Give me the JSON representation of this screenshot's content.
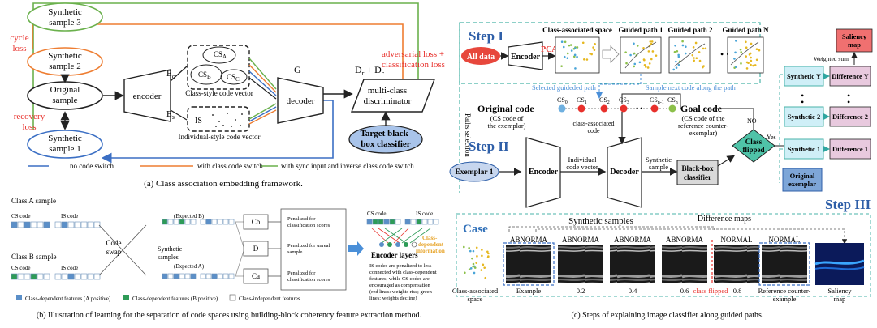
{
  "panel_a": {
    "caption": "(a) Class association embedding framework.",
    "nodes": {
      "synthetic_3": [
        "Synthetic",
        "sample 3"
      ],
      "synthetic_2": [
        "Synthetic",
        "sample 2"
      ],
      "original": [
        "Original",
        "sample"
      ],
      "synthetic_1": [
        "Synthetic",
        "sample 1"
      ],
      "encoder": "encoder",
      "decoder": "decoder",
      "discriminator": [
        "multi-class",
        "discriminator"
      ],
      "target_classifier": [
        "Target black-",
        "box classifier"
      ],
      "cs_vector_caption": "Class-style code vector",
      "is_vector_caption": "Individual-style code vector",
      "is_label": "IS"
    },
    "symbols": {
      "Ec": "E",
      "Ec_sub": "c",
      "Es": "E",
      "Es_sub": "s",
      "G": "G",
      "Dr": "D",
      "Dr_sub": "r",
      "plus": " + D",
      "Dc_sub": "c",
      "cs_a": "CS",
      "cs_a_sub": "A",
      "cs_b": "CS",
      "cs_b_sub": "B",
      "cs_c": "CS",
      "cs_c_sub": "C"
    },
    "losses": {
      "cycle": [
        "cycle",
        "loss"
      ],
      "recovery": [
        "recovery",
        "loss"
      ],
      "adversarial": [
        "adversarial loss +",
        "classification loss"
      ]
    },
    "legend": [
      "no code switch",
      "with class code switch",
      "with sync input and inverse class code switch"
    ],
    "colors": {
      "blue": "#3b6fc4",
      "orange": "#ee7d31",
      "green": "#6ab04c",
      "red": "#e8302b",
      "teal": "#4aa08a",
      "classifier_fill": "#a9c4ea"
    }
  },
  "panel_b": {
    "caption": "(b) Illustration of learning for the separation of code spaces using building-block coherency feature extraction method.",
    "class_a": "Class A sample",
    "class_b": "Class B sample",
    "cs_code": "CS code",
    "is_code": "IS code",
    "code_swap": [
      "Code",
      "swap"
    ],
    "expected_b": "(Expected B)",
    "expected_a": "(Expected A)",
    "synthetic_samples": [
      "Synthetic",
      "samples"
    ],
    "boxes": [
      "Cb",
      "D",
      "Ca"
    ],
    "penalties": [
      [
        "Penalized for",
        "classification scores"
      ],
      [
        "Penalized for unreal",
        "sample"
      ],
      [
        "Penalized for",
        "classification scores"
      ]
    ],
    "right_cs_code": "CS code",
    "right_is_code": "IS code",
    "encoder_layers": "Encoder layers",
    "class_dependent": [
      "Class-",
      "dependent",
      "information"
    ],
    "note": [
      "IS codes are penalized to less",
      "connected with class-dependent",
      "features,  while CS codes are",
      "encouraged as compensation",
      "(red lines: weights rise; green",
      "lines: weights decline)"
    ],
    "legend": [
      "Class-dependent features (A positive)",
      "Class-dependent features (B positive)",
      "Class-independent features"
    ],
    "colors": {
      "a_positive": "#5b8fc8",
      "b_positive": "#2e9b57",
      "orange": "#e6a020"
    }
  },
  "panel_c": {
    "caption": "(c) Steps of explaining image classifier along guided paths.",
    "step1": "Step I",
    "step2": "Step II",
    "step3": "Step III",
    "all_data": "All data",
    "encoder": "Encoder",
    "pca": "PCA",
    "class_space": "Class-associated space",
    "guided_paths": [
      "Guided path 1",
      "Guided path 2",
      "Guided path N"
    ],
    "selected_path": "Selected guideded path",
    "sample_next": "Sample next code along the path",
    "paths_selection": "Paths selection",
    "original_code": "Original code",
    "original_code_sub": [
      "(CS code of",
      "the exemplar)"
    ],
    "cs_labels": [
      [
        "CS",
        "0"
      ],
      [
        "CS",
        "1"
      ],
      [
        "CS",
        "2"
      ],
      [
        "CS",
        "3"
      ],
      [
        "CS",
        "n-1"
      ],
      [
        "CS",
        "n"
      ]
    ],
    "class_assoc_code": [
      "class-associated",
      "code"
    ],
    "goal_code": "Goal code",
    "goal_code_sub": [
      "(CS code of the",
      "reference counter-",
      "exemplar)"
    ],
    "exemplar": "Exemplar 1",
    "encoder2": "Encoder",
    "individual_code": [
      "Individual",
      "code vector"
    ],
    "decoder": "Decoder",
    "synthetic_sample": [
      "Synthetic",
      "sample"
    ],
    "black_box": [
      "Black-box",
      "classifier"
    ],
    "class_flipped_q": [
      "Class",
      "flipped"
    ],
    "no": "NO",
    "yes": "Yes",
    "synthetics": [
      "Synthetic Y",
      "Synthetic 2",
      "Synthetic 1"
    ],
    "differences": [
      "Difference Y",
      "Difference 2",
      "Difference 1"
    ],
    "original_exemplar": [
      "Original",
      "exemplar"
    ],
    "saliency": [
      "Saliency",
      "map"
    ],
    "weighted_sum": "Weighted sum",
    "case": "Case",
    "synthetic_samples_label": "Synthetic samples",
    "difference_maps": "Difference maps",
    "scan_labels": [
      "ABNORMA",
      "ABNORMA",
      "ABNORMA",
      "ABNORMA",
      "NORMAL",
      "NORMAL"
    ],
    "bottom_labels": [
      "Class-associated",
      "space",
      "Example",
      "0.2",
      "0.4",
      "0.6",
      "class flipped",
      "0.8",
      "Reference counter-",
      "example",
      "Saliency",
      "map"
    ],
    "colors": {
      "teal_dash": "#49b3a8",
      "step_blue": "#2f5fa8",
      "enc_fill": "#ffffff",
      "all_data": "#e7473c",
      "exemplar_fill": "#c7d6ee",
      "diamond": "#4fc3a8",
      "synth_fill": "#cfeff7",
      "diff_fill": "#e8c9de",
      "saliency_fill": "#f07070",
      "case_blue": "#2f6fb8"
    }
  }
}
